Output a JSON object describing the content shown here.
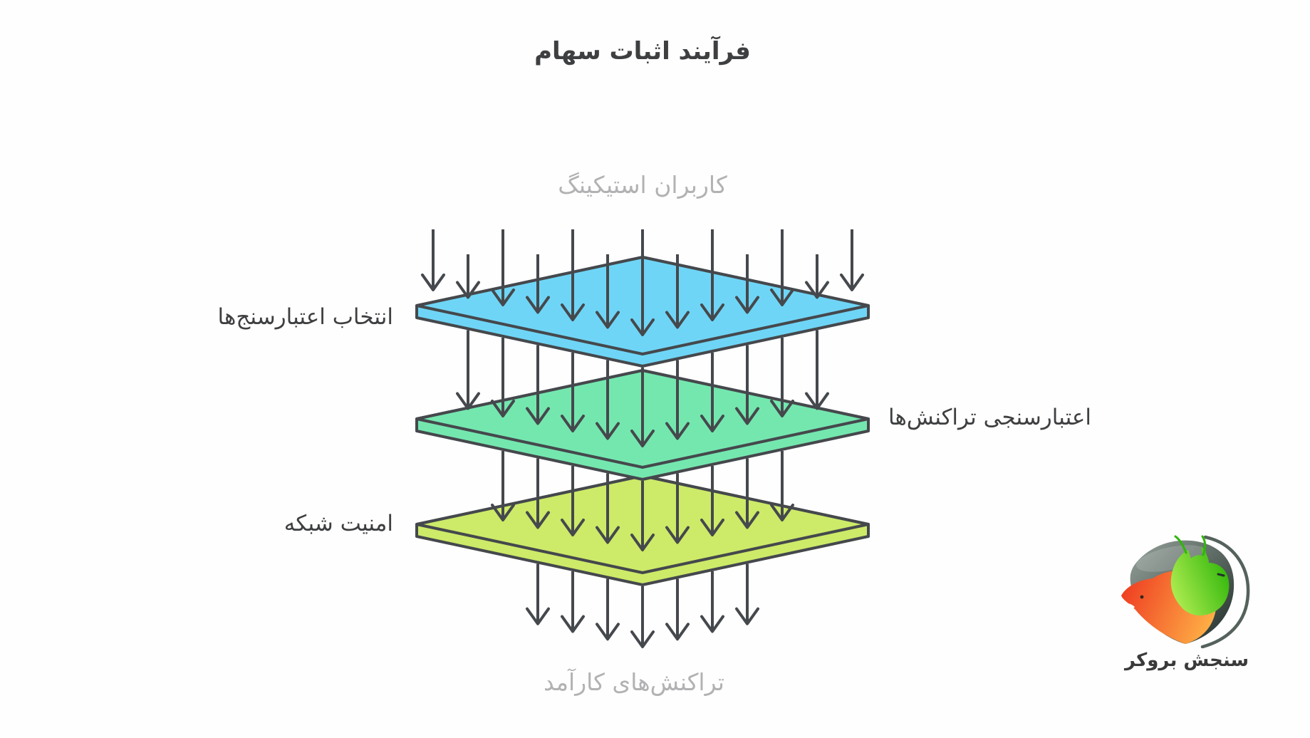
{
  "page_title": "فرآیند اثبات سهام",
  "diagram": {
    "input_label": "کاربران استیکینگ",
    "output_label": "تراکنش‌های کارآمد",
    "layers": [
      {
        "label": "انتخاب اعتبارسنج‌ها",
        "color": "#6fd5f6",
        "side": "left"
      },
      {
        "label": "اعتبارسنجی تراکنش‌ها",
        "color": "#74e7af",
        "side": "right"
      },
      {
        "label": "امنیت شبکه",
        "color": "#cdea69",
        "side": "left"
      }
    ],
    "arrow_counts": [
      13,
      11,
      9,
      7
    ],
    "stroke_color": "#45484c",
    "label_color": "#3e3f41",
    "muted_label_color": "#b2b2b4"
  },
  "logo": {
    "caption": "سنجش بروکر",
    "colors": {
      "slate_light": "#97a39d",
      "slate_dark": "#1f2b26",
      "orange_light": "#ffb347",
      "orange_dark": "#ef4123",
      "green_light": "#b5ef54",
      "green_dark": "#2fb60a",
      "swoosh": "#55625c",
      "caption_color": "#3a3a3a"
    }
  }
}
